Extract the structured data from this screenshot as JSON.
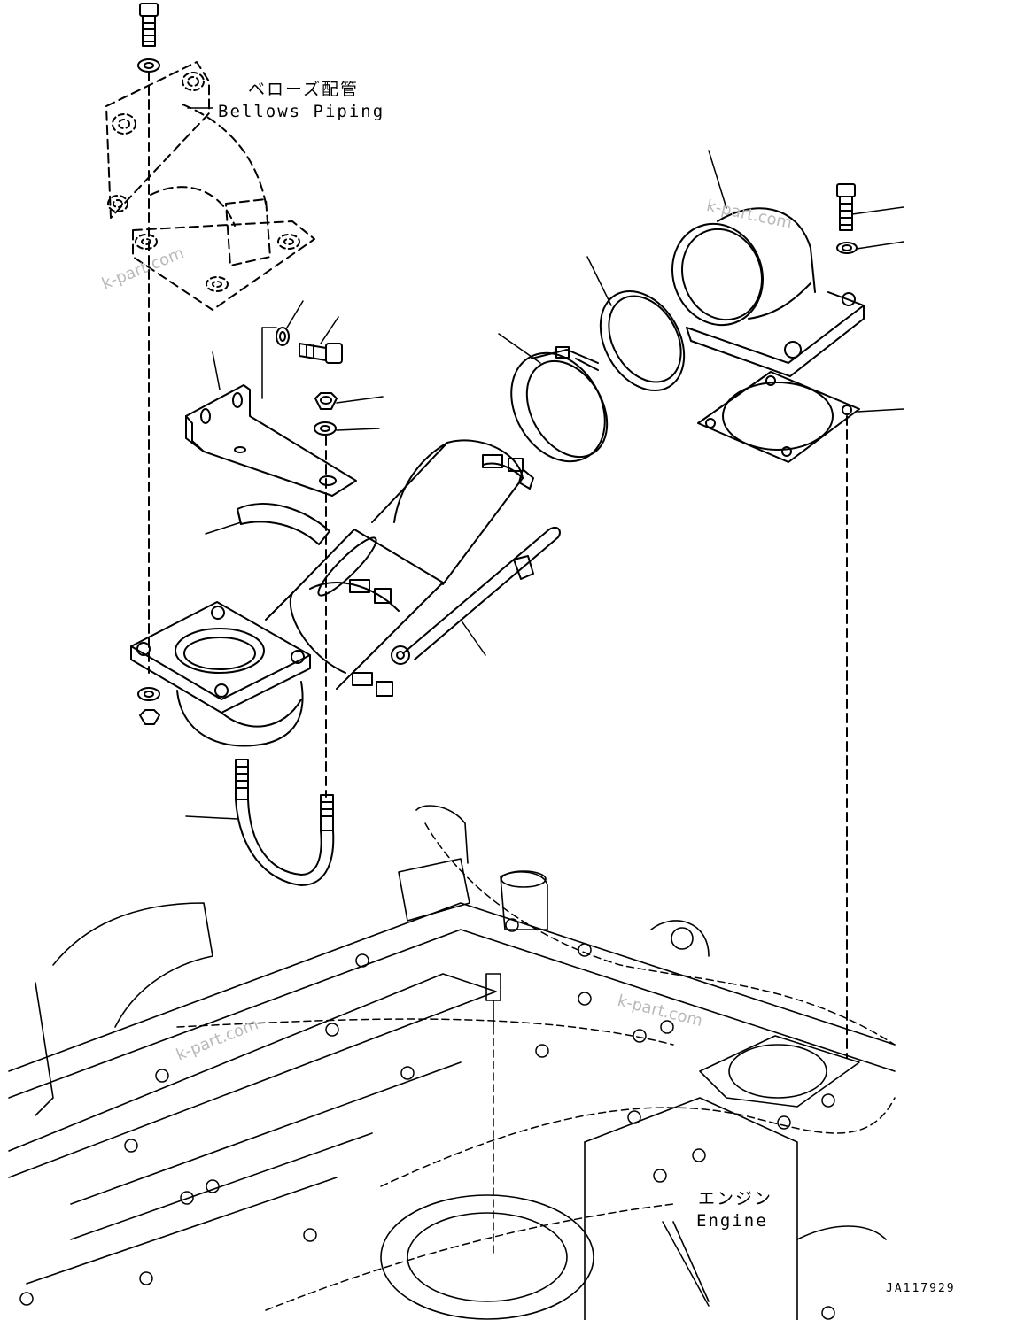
{
  "labels": {
    "bellows_jp": "ベローズ配管",
    "bellows_en": "Bellows Piping",
    "engine_jp": "エンジン",
    "engine_en": "Engine"
  },
  "drawing_code": "JA117929",
  "watermarks": [
    "k-part.com",
    "k-part.com",
    "k-part.com",
    "k-part.com"
  ],
  "colors": {
    "line": "#000000",
    "watermark": "#b9b9b9"
  }
}
